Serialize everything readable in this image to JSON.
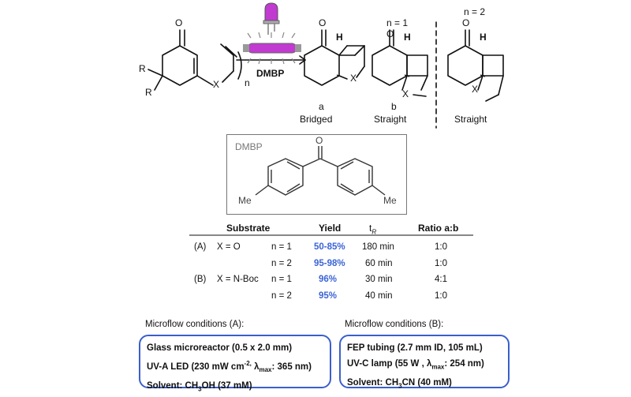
{
  "scheme": {
    "n1_label": "n = 1",
    "n2_label": "n = 2",
    "reagent_label": "DMBP",
    "substituent_R1": "R",
    "substituent_R2": "R",
    "heteroatom": "X",
    "n_sub": "n",
    "oxygen": "O",
    "hydrogen": "H",
    "products": [
      {
        "letter": "a",
        "type": "Bridged"
      },
      {
        "letter": "b",
        "type": "Straight"
      },
      {
        "letter": "",
        "type": "Straight"
      }
    ]
  },
  "dmbp": {
    "label": "DMBP",
    "me_left": "Me",
    "me_right": "Me",
    "oxygen": "O"
  },
  "table": {
    "headers": {
      "substrate": "Substrate",
      "yield": "Yield",
      "tr_main": "t",
      "tr_sub": "R",
      "ratio": "Ratio a:b"
    },
    "rows": [
      {
        "tag": "(A)",
        "x": "X = O",
        "n": "n = 1",
        "yield": "50-85%",
        "tr": "180 min",
        "ratio": "1:0"
      },
      {
        "tag": "",
        "x": "",
        "n": "n = 2",
        "yield": "95-98%",
        "tr": "60 min",
        "ratio": "1:0"
      },
      {
        "tag": "(B)",
        "x": "X = N-Boc",
        "n": "n = 1",
        "yield": "96%",
        "tr": "30 min",
        "ratio": "4:1"
      },
      {
        "tag": "",
        "x": "",
        "n": "n = 2",
        "yield": "95%",
        "tr": "40 min",
        "ratio": "1:0"
      }
    ]
  },
  "conditions": {
    "A": {
      "title": "Microflow conditions (A):",
      "line1": "Glass microreactor (0.5 x 2.0 mm)",
      "line2_pre": "UV-A LED (230 mW cm",
      "line2_sup": "-2,",
      "line2_lam": " λ",
      "line2_lamsub": "max",
      "line2_post": ": 365 nm)",
      "line3_pre": "Solvent: CH",
      "line3_sub": "3",
      "line3_post": "OH (37 mM)"
    },
    "B": {
      "title": "Microflow conditions (B):",
      "line1": "FEP tubing (2.7 mm ID, 105 mL)",
      "line2_pre": "UV-C lamp (55 W , λ",
      "line2_lamsub": "max",
      "line2_post": ": 254 nm)",
      "line3_pre": "Solvent: CH",
      "line3_sub": "3",
      "line3_post": "CN (40 mM)"
    }
  },
  "colors": {
    "accent_blue": "#3b64d6",
    "box_blue": "#3a5fcd",
    "lamp_magenta": "#c13bd0",
    "box_gray": "#777777"
  }
}
